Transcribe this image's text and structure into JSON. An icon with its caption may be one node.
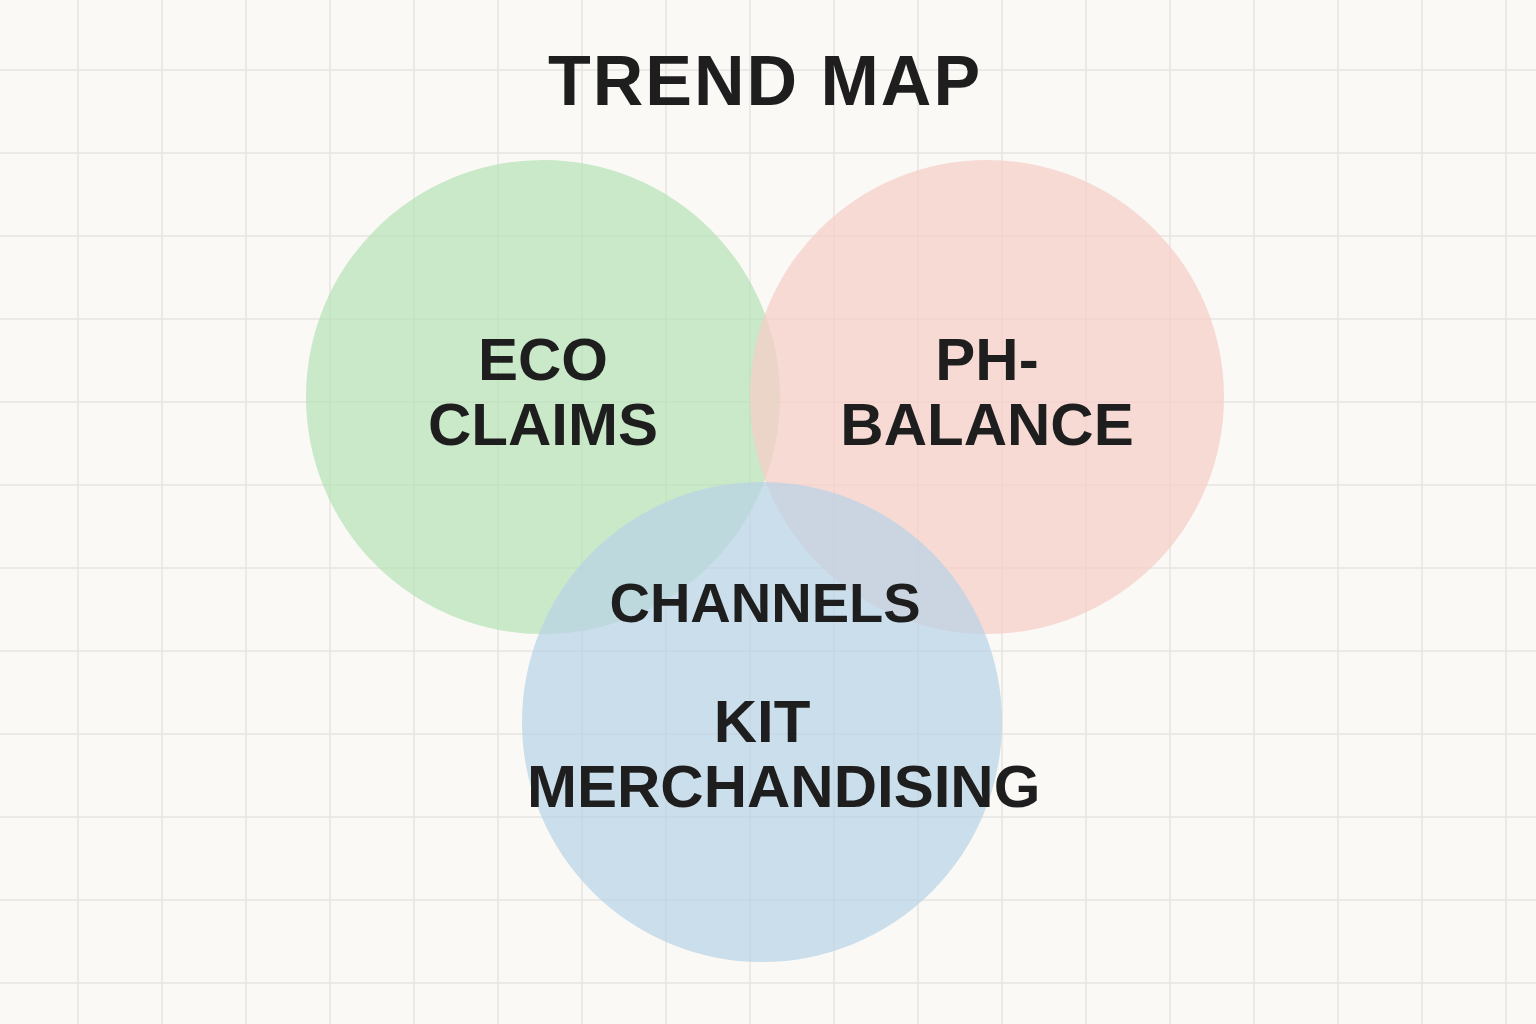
{
  "diagram": {
    "title": "TREND MAP",
    "nodes": [
      {
        "text": [
          "ECO CLAIMS"
        ]
      },
      {
        "text": [
          "PH-BALANCE"
        ]
      },
      {
        "text": [
          "KIT MERCHANDISING"
        ]
      }
    ],
    "labels": [
      "CHANNELS"
    ]
  }
}
